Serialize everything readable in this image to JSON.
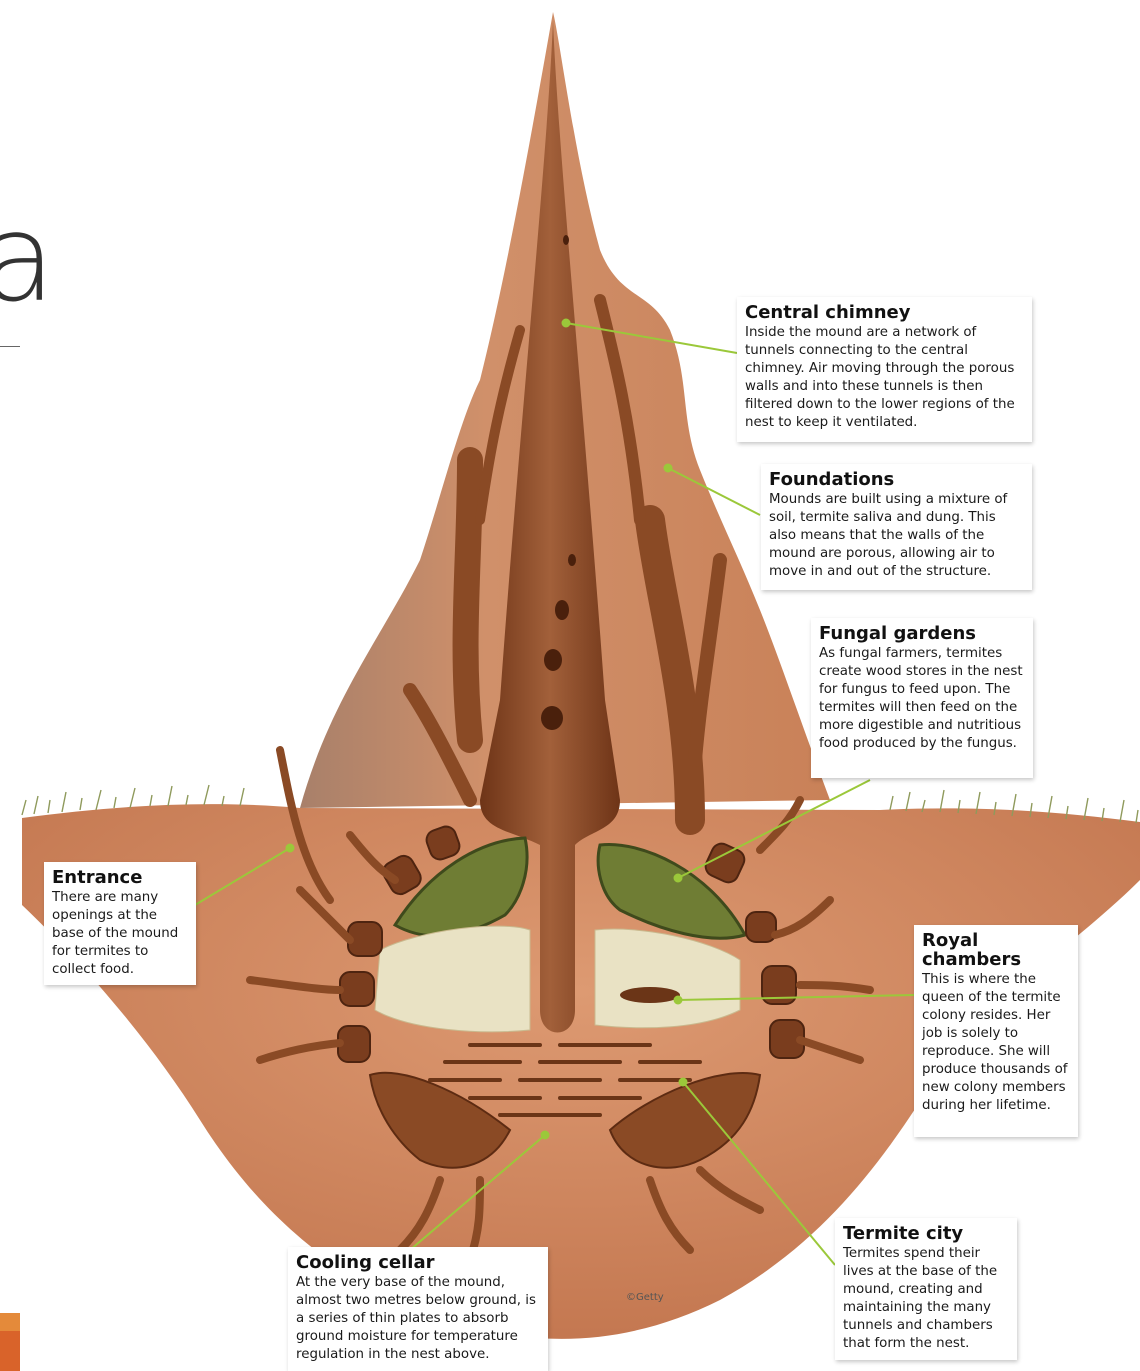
{
  "slide": {
    "edge_char": "a"
  },
  "callouts": {
    "central_chimney": {
      "title": "Central chimney",
      "body": "Inside the mound are a network of tunnels connecting to the central chimney. Air moving through the porous walls and into these tunnels is then filtered down to the lower regions of the nest to keep it ventilated."
    },
    "foundations": {
      "title": "Foundations",
      "body": "Mounds are built using a mixture of soil, termite saliva and dung. This also means that the walls of the mound are porous, allowing air to move in and out of the structure."
    },
    "fungal_gardens": {
      "title": "Fungal gardens",
      "body": "As fungal farmers, termites create wood stores in the nest for fungus to feed upon. The termites will then feed on the more digestible and nutritious food produced by the fungus."
    },
    "entrance": {
      "title": "Entrance",
      "body": "There are many openings at the base of the mound for termites to collect food."
    },
    "royal_chambers": {
      "title": "Royal chambers",
      "body": "This is where the queen of the termite colony resides. Her job is solely to reproduce. She will produce thousands of new colony members during her lifetime."
    },
    "termite_city": {
      "title": "Termite city",
      "body": "Termites spend their lives at the base of the mound, creating and maintaining the many tunnels and chambers that form the nest."
    },
    "cooling_cellar": {
      "title": "Cooling cellar",
      "body": "At the very base of the mound, almost two metres below ground, is a series of thin plates to absorb ground moisture for temperature regulation in the nest above."
    }
  },
  "credit": "©Getty",
  "colors": {
    "soil": "#cf8560",
    "soil_dark": "#b7683f",
    "tunnel": "#8a4a25",
    "fungus": "#6f7d34",
    "wood_store": "#e9e2c4",
    "leader_line": "#9bc83a",
    "grass": "#8f9a5c"
  }
}
